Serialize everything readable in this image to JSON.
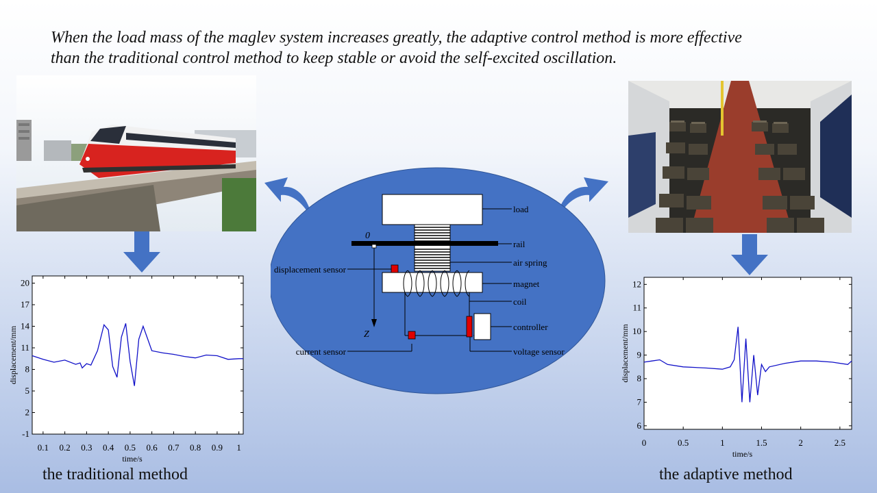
{
  "headline": {
    "line1": "When the load mass of the maglev system increases greatly, the adaptive control method is more effective",
    "line2": "than the traditional control method  to keep stable or avoid the self-excited oscillation."
  },
  "diagram": {
    "labels": {
      "load": "load",
      "rail": "rail",
      "air_spring": "air spring",
      "magnet": "magnet",
      "coil": "coil",
      "controller": "controller",
      "voltage_sensor": "voltage sensor",
      "displacement_sensor": "displacement sensor",
      "current_sensor": "current sensor",
      "origin": "0",
      "z_axis": "Z"
    },
    "colors": {
      "ellipse": "#4472c4",
      "sensor": "#e00000",
      "arrow": "#4472c4"
    }
  },
  "chart_data": [
    {
      "type": "line",
      "name": "traditional",
      "xlabel": "time/s",
      "ylabel": "displacement/mm",
      "xlim": [
        0.05,
        1.02
      ],
      "ylim": [
        -1,
        21
      ],
      "xticks": [
        0.1,
        0.2,
        0.3,
        0.4,
        0.5,
        0.6,
        0.7,
        0.8,
        0.9,
        1
      ],
      "xtick_labels": [
        "0.1",
        "0.2",
        "0.3",
        "0.4",
        "0.5",
        "0.6",
        "0.7",
        "0.8",
        "0.9",
        "1"
      ],
      "yticks": [
        -1,
        2,
        5,
        8,
        11,
        14,
        17,
        20
      ],
      "ytick_labels": [
        "-1",
        "2",
        "5",
        "8",
        "11",
        "14",
        "17",
        "20"
      ],
      "line_color": "#1010c8",
      "x": [
        0.05,
        0.1,
        0.15,
        0.2,
        0.25,
        0.27,
        0.28,
        0.3,
        0.32,
        0.35,
        0.38,
        0.4,
        0.42,
        0.44,
        0.46,
        0.48,
        0.5,
        0.52,
        0.54,
        0.56,
        0.58,
        0.6,
        0.65,
        0.7,
        0.75,
        0.8,
        0.85,
        0.9,
        0.95,
        1.0,
        1.02
      ],
      "y": [
        9.9,
        9.4,
        9.0,
        9.3,
        8.7,
        8.9,
        8.2,
        8.8,
        8.6,
        10.6,
        14.2,
        13.5,
        8.4,
        6.9,
        12.5,
        14.4,
        9.1,
        5.7,
        12.2,
        14.0,
        12.3,
        10.6,
        10.3,
        10.1,
        9.8,
        9.6,
        10.0,
        9.9,
        9.4,
        9.5,
        9.5
      ],
      "caption": "the traditional method"
    },
    {
      "type": "line",
      "name": "adaptive",
      "xlabel": "time/s",
      "ylabel": "displacement/mm",
      "xlim": [
        0,
        2.65
      ],
      "ylim": [
        5.85,
        12.3
      ],
      "xticks": [
        0,
        0.5,
        1,
        1.5,
        2,
        2.5
      ],
      "xtick_labels": [
        "0",
        "0.5",
        "1",
        "1.5",
        "2",
        "2.5"
      ],
      "yticks": [
        6,
        7,
        8,
        9,
        10,
        11,
        12
      ],
      "ytick_labels": [
        "6",
        "7",
        "8",
        "9",
        "10",
        "11",
        "12"
      ],
      "line_color": "#1010c8",
      "x": [
        0,
        0.1,
        0.2,
        0.3,
        0.5,
        0.8,
        1.0,
        1.1,
        1.15,
        1.2,
        1.25,
        1.3,
        1.35,
        1.4,
        1.45,
        1.5,
        1.55,
        1.6,
        1.8,
        2.0,
        2.2,
        2.4,
        2.6,
        2.65
      ],
      "y": [
        8.7,
        8.75,
        8.8,
        8.6,
        8.5,
        8.45,
        8.4,
        8.5,
        8.8,
        10.2,
        7.0,
        9.7,
        7.0,
        9.0,
        7.3,
        8.6,
        8.3,
        8.5,
        8.65,
        8.75,
        8.75,
        8.7,
        8.6,
        8.75
      ],
      "caption": "the adaptive method"
    }
  ]
}
